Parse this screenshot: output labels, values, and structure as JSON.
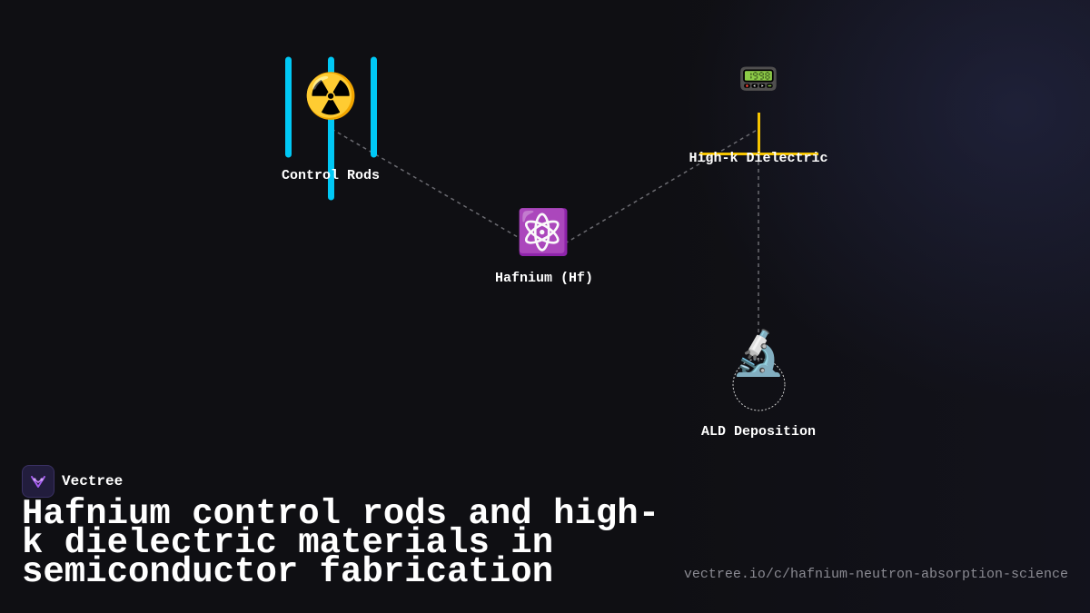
{
  "nodes": {
    "control_rods": {
      "label": "Control Rods",
      "icon": "radioactive-icon",
      "glyph": "☢️"
    },
    "hafnium": {
      "label": "Hafnium (Hf)",
      "icon": "atom-icon",
      "glyph": "⚛️"
    },
    "high_k": {
      "label": "High-k Dielectric",
      "icon": "pager-icon",
      "glyph": "📟"
    },
    "ald": {
      "label": "ALD Deposition",
      "icon": "microscope-icon",
      "glyph": "🔬"
    }
  },
  "brand": {
    "name": "Vectree"
  },
  "title": "Hafnium control rods and high-k dielectric materials in semiconductor fabrication",
  "url": "vectree.io/c/hafnium-neutron-absorption-science",
  "colors": {
    "rods": "#00c8f5",
    "high_k_mark": "#f5c400",
    "edge": "#6a6a70",
    "background": "#0f0f13"
  }
}
